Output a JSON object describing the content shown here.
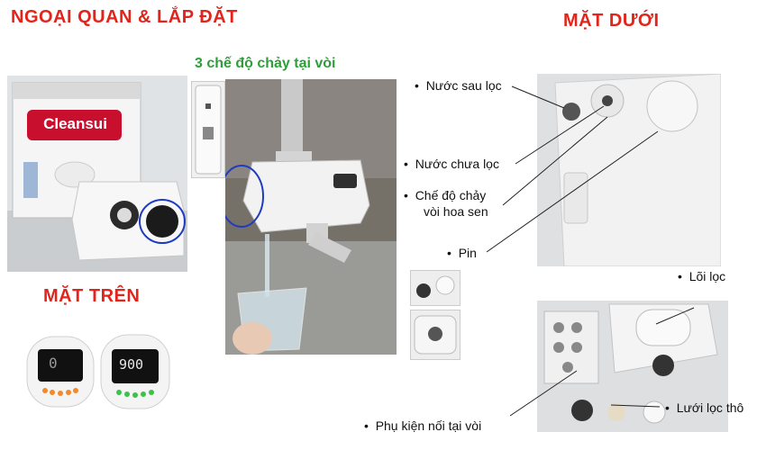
{
  "titles": {
    "exterior_install": "NGOẠI QUAN & LẮP ĐẶT",
    "flow_modes": "3 chế độ chảy tại vòi",
    "top_side": "MẶT TRÊN",
    "bottom_side": "MẶT DƯỚI"
  },
  "box_brand": "Cleansui",
  "displays": {
    "left_value": "0",
    "right_value": "900"
  },
  "bottom_labels": {
    "filtered_water": "Nước sau lọc",
    "unfiltered_water": "Nước chưa lọc",
    "shower_mode_line1": "Chế độ chảy",
    "shower_mode_line2": "vòi hoa sen",
    "battery": "Pin"
  },
  "parts_labels": {
    "cartridge": "Lõi lọc",
    "coarse_mesh": "Lưới lọc thô",
    "faucet_adapters": "Phụ kiện nối tại vòi"
  },
  "bullet_char": "•",
  "colors": {
    "title_red": "#e2241b",
    "title_green": "#2e9e3a",
    "highlight_circle": "#1f3bbf"
  }
}
